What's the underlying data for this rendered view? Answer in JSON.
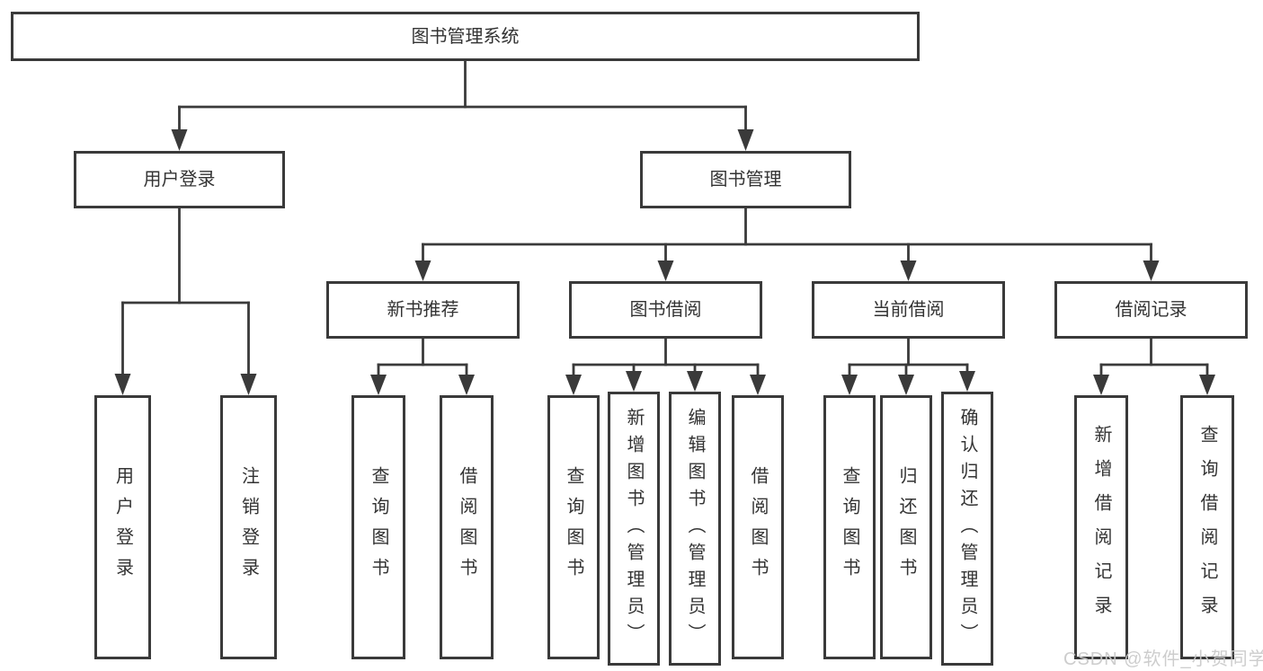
{
  "diagram": {
    "root": "图书管理系统",
    "user_login": {
      "label": "用户登录",
      "children": [
        "用户登录",
        "注销登录"
      ]
    },
    "book_management": {
      "label": "图书管理",
      "sections": [
        {
          "label": "新书推荐",
          "children": [
            "查询图书",
            "借阅图书"
          ]
        },
        {
          "label": "图书借阅",
          "children": [
            "查询图书",
            "新增图书（管理员）",
            "编辑图书（管理员）",
            "借阅图书"
          ]
        },
        {
          "label": "当前借阅",
          "children": [
            "查询图书",
            "归还图书",
            "确认归还（管理员）"
          ]
        },
        {
          "label": "借阅记录",
          "children": [
            "新增借阅记录",
            "查询借阅记录"
          ]
        }
      ]
    }
  },
  "watermark": "CSDN @软件_小贺同学",
  "colors": {
    "line": "#3a3a3a",
    "text": "#333333",
    "watermark": "#c9c9c9",
    "background": "#ffffff"
  }
}
